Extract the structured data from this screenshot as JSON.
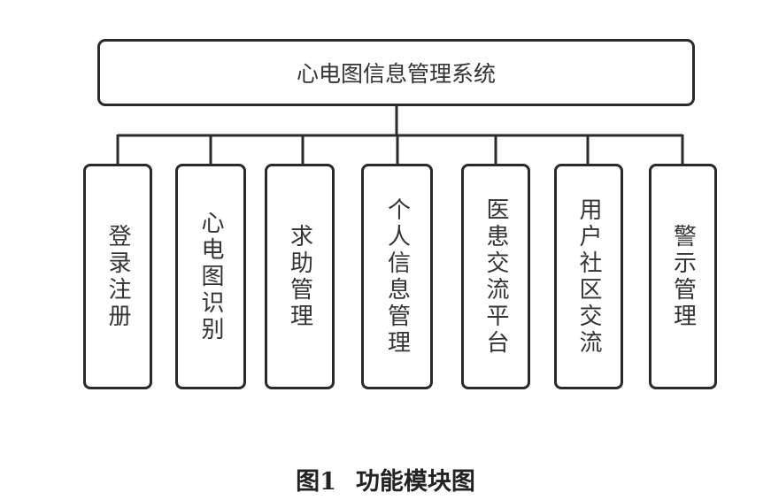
{
  "diagram": {
    "root": {
      "label": "心电图信息管理系统"
    },
    "modules": [
      {
        "label": "登录注册"
      },
      {
        "label": "心电图识别"
      },
      {
        "label": "求助管理"
      },
      {
        "label": "个人信息管理"
      },
      {
        "label": "医患交流平台"
      },
      {
        "label": "用户社区交流"
      },
      {
        "label": "警示管理"
      }
    ]
  },
  "caption": {
    "label": "图1",
    "title": "功能模块图"
  }
}
